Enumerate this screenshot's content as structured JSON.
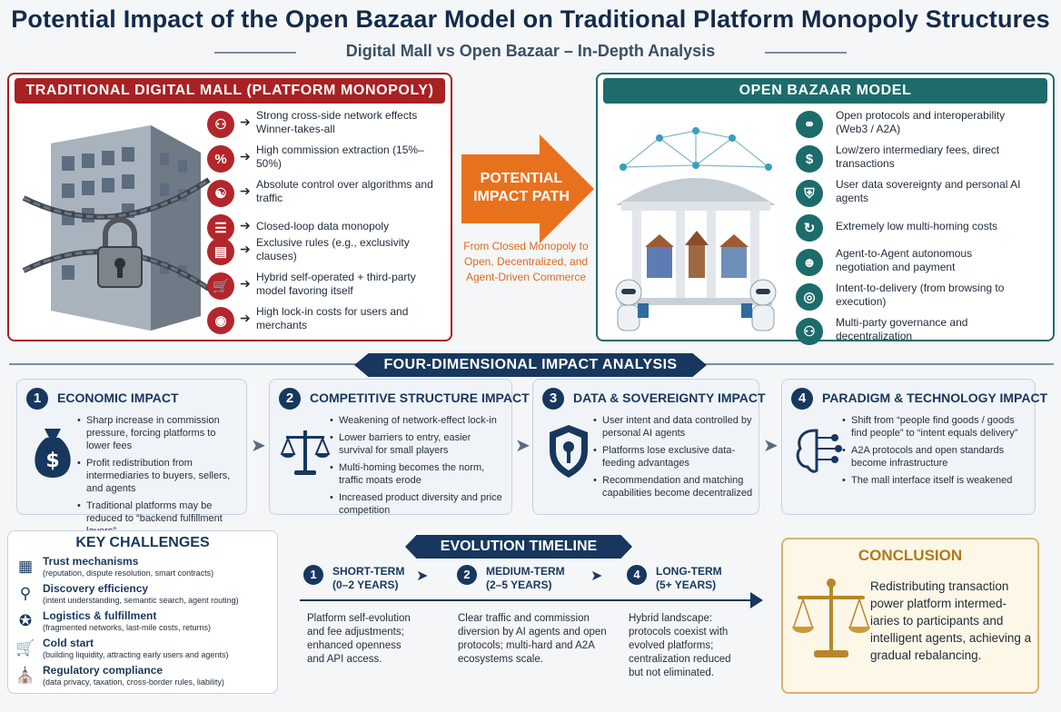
{
  "header": {
    "title": "Potential Impact of the Open Bazaar Model on Traditional Platform Monopoly Structures",
    "subtitle": "Digital Mall vs Open Bazaar – In-Depth Analysis"
  },
  "mall": {
    "title": "TRADITIONAL DIGITAL MALL (PLATFORM MONOPOLY)",
    "features": [
      {
        "icon": "network-people-icon",
        "text": "Strong cross-side network effects Winner-takes-all"
      },
      {
        "icon": "percent-icon",
        "text": "High commission extraction (15%–50%)"
      },
      {
        "icon": "algorithm-icon",
        "text": "Absolute control over algorithms and traffic"
      },
      {
        "icon": "database-icon",
        "text": "Closed-loop data monopoly"
      },
      {
        "icon": "document-icon",
        "text": "Exclusive rules (e.g., exclusivity clauses)"
      },
      {
        "icon": "cart-icon",
        "text": "Hybrid self-operated + third-party model favoring itself"
      },
      {
        "icon": "lock-icon",
        "text": "High lock-in costs for users and merchants"
      }
    ]
  },
  "impact_path": {
    "label": "POTENTIAL IMPACT PATH",
    "subtitle": "From Closed Monopoly to Open, Decentralized, and Agent-Driven Commerce"
  },
  "bazaar": {
    "title": "OPEN BAZAAR MODEL",
    "features": [
      {
        "icon": "globe-icon",
        "text": "Open protocols and interoperability (Web3 / A2A)"
      },
      {
        "icon": "dollar-icon",
        "text": "Low/zero intermediary fees, direct transactions"
      },
      {
        "icon": "shield-user-icon",
        "text": "User data sovereignty and personal AI agents"
      },
      {
        "icon": "cycle-icon",
        "text": "Extremely low multi-homing costs"
      },
      {
        "icon": "robot-icon",
        "text": "Agent-to-Agent autonomous negotiation and payment"
      },
      {
        "icon": "target-icon",
        "text": "Intent-to-delivery (from browsing to execution)"
      },
      {
        "icon": "group-icon",
        "text": "Multi-party governance and decentralization"
      }
    ]
  },
  "four_dim": {
    "title": "FOUR-DIMENSIONAL IMPACT ANALYSIS",
    "cards": [
      {
        "num": "1",
        "title": "ECONOMIC IMPACT",
        "icon": "money-bag-icon",
        "bullets": [
          "Sharp increase in commission pressure, forcing platforms to lower fees",
          "Profit redistribution from intermediaries to buyers, sellers, and agents",
          "Traditional platforms may be reduced to “backend fulfillment layers”"
        ]
      },
      {
        "num": "2",
        "title": "COMPETITIVE STRUCTURE IMPACT",
        "icon": "scales-icon",
        "bullets": [
          "Weakening of network-effect lock-in",
          "Lower barriers to entry, easier survival for small players",
          "Multi-homing becomes the norm, traffic moats erode",
          "Increased product diversity and price competition"
        ]
      },
      {
        "num": "3",
        "title": "DATA & SOVEREIGNTY IMPACT",
        "icon": "shield-key-icon",
        "bullets": [
          "User intent and data controlled by personal AI agents",
          "Platforms lose exclusive data-feeding advantages",
          "Recommendation and matching capabilities become decentralized"
        ]
      },
      {
        "num": "4",
        "title": "PARADIGM & TECHNOLOGY IMPACT",
        "icon": "brain-circuit-icon",
        "bullets": [
          "Shift from “people find goods / goods find people” to “intent equals delivery”",
          "A2A protocols and open standards become infrastructure",
          "The mall interface itself is weakened"
        ]
      }
    ]
  },
  "challenges": {
    "title": "KEY CHALLENGES",
    "items": [
      {
        "icon": "calculator-icon",
        "title": "Trust mechanisms",
        "desc": "(reputation, dispute resolution, smart contracts)"
      },
      {
        "icon": "search-icon",
        "title": "Discovery efficiency",
        "desc": "(intent understanding, semantic search, agent routing)"
      },
      {
        "icon": "badge-icon",
        "title": "Logistics & fulfillment",
        "desc": "(fragmented networks, last-mile costs, returns)"
      },
      {
        "icon": "cart-icon",
        "title": "Cold start",
        "desc": "(building liquidity, attracting early users and agents)"
      },
      {
        "icon": "bank-icon",
        "title": "Regulatory compliance",
        "desc": "(data privacy, taxation, cross-border rules, liability)"
      }
    ]
  },
  "timeline": {
    "title": "EVOLUTION TIMELINE",
    "stages": [
      {
        "num": "1",
        "label": "SHORT-TERM",
        "range": "(0–2 YEARS)",
        "text": "Platform self-evolution and fee adjustments; enhanced openness and API access."
      },
      {
        "num": "2",
        "label": "MEDIUM-TERM",
        "range": "(2–5 YEARS)",
        "text": "Clear traffic and commission diversion by AI agents and open protocols; multi-hard and A2A ecosystems scale."
      },
      {
        "num": "4",
        "label": "LONG-TERM",
        "range": "(5+ YEARS)",
        "text": "Hybrid landscape: protocols coexist with evolved platforms; centralization reduced but not eliminated."
      }
    ]
  },
  "conclusion": {
    "title": "CONCLUSION",
    "text": "Redistributing transaction power platform intermed-iaries to participants and intelligent agents, achieving a gradual rebalancing.",
    "icon": "scales-icon"
  },
  "colors": {
    "mall_red": "#a82123",
    "bazaar_teal": "#1d6b6b",
    "navy": "#17375e",
    "orange": "#e8711d",
    "gold": "#b07a19"
  }
}
